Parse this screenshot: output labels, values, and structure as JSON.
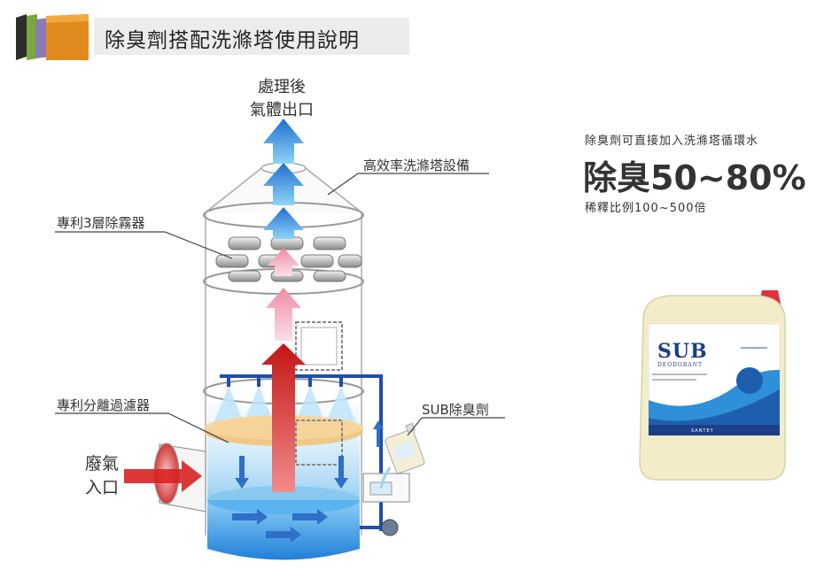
{
  "header": {
    "title": "除臭劑搭配洗滌塔使用說明"
  },
  "diagram": {
    "outlet_label": [
      "處理後",
      "氣體出口"
    ],
    "equipment_label": "高效率洗滌塔設備",
    "mist_label": "專利3層除霧器",
    "filter_label": "專利分離過濾器",
    "deodorant_label": "SUB除臭劑",
    "inlet_label": [
      "廢氣",
      "入口"
    ]
  },
  "info": {
    "note": "除臭劑可直接加入洗滌塔循環水",
    "headline": "除臭50~80%",
    "dilution": "稀釋比例100~500倍"
  },
  "product": {
    "brand": "SUB",
    "sub": "DEODORANT",
    "maker": "SANTEY"
  },
  "colors": {
    "water": "#3c9be8",
    "airflow_blue": "#2f86d6",
    "airflow_red": "#d81e1e",
    "airflow_pink": "#f3a3b8",
    "filter": "#f2c27a"
  }
}
